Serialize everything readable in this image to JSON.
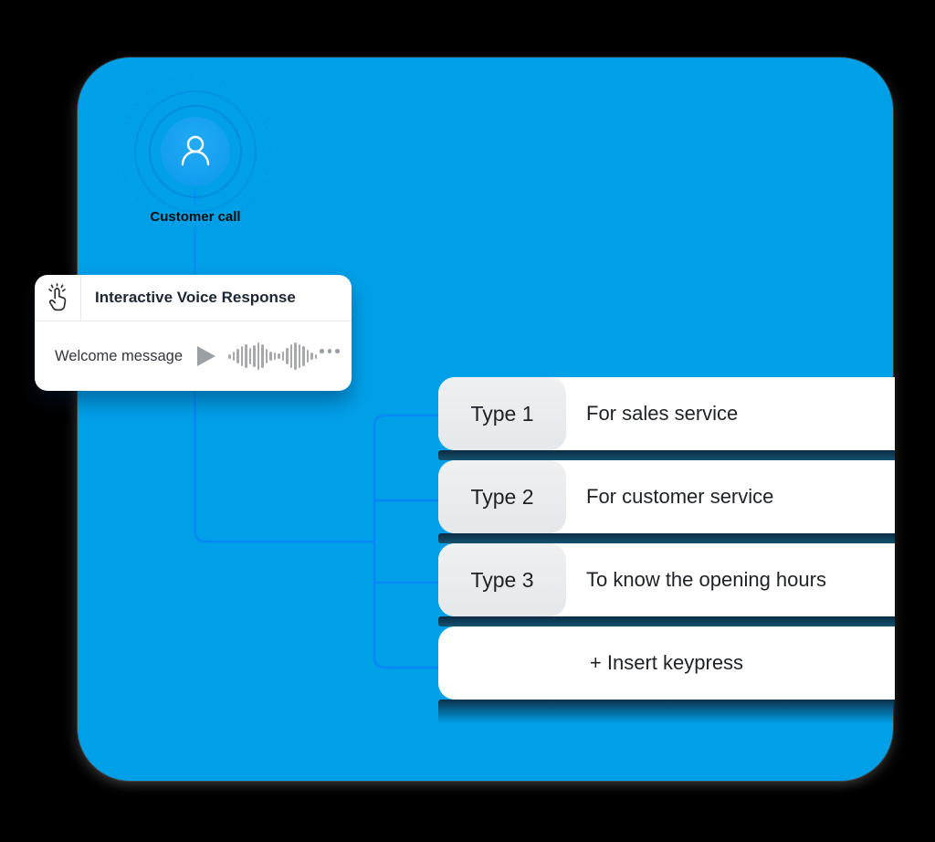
{
  "customer_call": {
    "label": "Customer call"
  },
  "ivr": {
    "title": "Interactive Voice Response",
    "row_label": "Welcome message",
    "icons": {
      "header": "tap-hand-icon",
      "play": "play-icon",
      "more": "ellipsis-icon",
      "avatar": "person-icon"
    },
    "waveform_heights": [
      5,
      10,
      16,
      22,
      26,
      18,
      24,
      30,
      26,
      16,
      10,
      8,
      6,
      10,
      18,
      26,
      30,
      26,
      22,
      14,
      8,
      5
    ]
  },
  "options": [
    {
      "key": "Type 1",
      "label": "For sales service",
      "centered": false
    },
    {
      "key": "Type 2",
      "label": "For customer service",
      "centered": false
    },
    {
      "key": "Type 3",
      "label": "To know the opening hours",
      "centered": false
    },
    {
      "key": "",
      "label": "+ Insert keypress",
      "centered": true
    }
  ],
  "colors": {
    "panel_blue": "#00A0E9",
    "connector_blue": "#0A84F7",
    "ring_blue": "#0076D6",
    "avatar_fill_light": "#23AAF4",
    "avatar_fill_dark": "#0E9AEE",
    "card_white": "#FFFFFF",
    "badge_gray": "#E9ECEE",
    "shadow_teal": "#12405C",
    "text_dark": "#1E2227",
    "icon_gray": "#9AA0A6"
  }
}
